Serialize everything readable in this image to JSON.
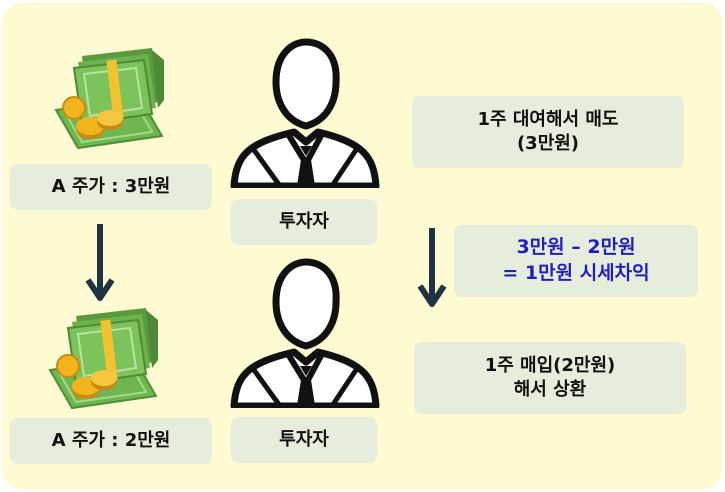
{
  "stock_before": {
    "label": "A 주가 : 3만원",
    "icon": "money-stack-icon"
  },
  "stock_after": {
    "label": "A 주가 : 2만원",
    "icon": "money-stack-icon"
  },
  "investor_top": {
    "label": "투자자",
    "icon": "investor-icon"
  },
  "investor_bottom": {
    "label": "투자자",
    "icon": "investor-icon"
  },
  "step_borrow_sell": {
    "line1": "1주 대여해서 매도",
    "line2": "(3만원)"
  },
  "profit_note": {
    "line1": "3만원 – 2만원",
    "line2": "= 1만원 시세차익",
    "color": "#1f1fbf"
  },
  "step_buy_return": {
    "line1": "1주 매입(2만원)",
    "line2": "해서 상환"
  },
  "colors": {
    "background": "#fefbd2",
    "box": "#e6eddc",
    "arrow": "#1e3344",
    "money": "#79c05a",
    "coin": "#f2b41c"
  }
}
